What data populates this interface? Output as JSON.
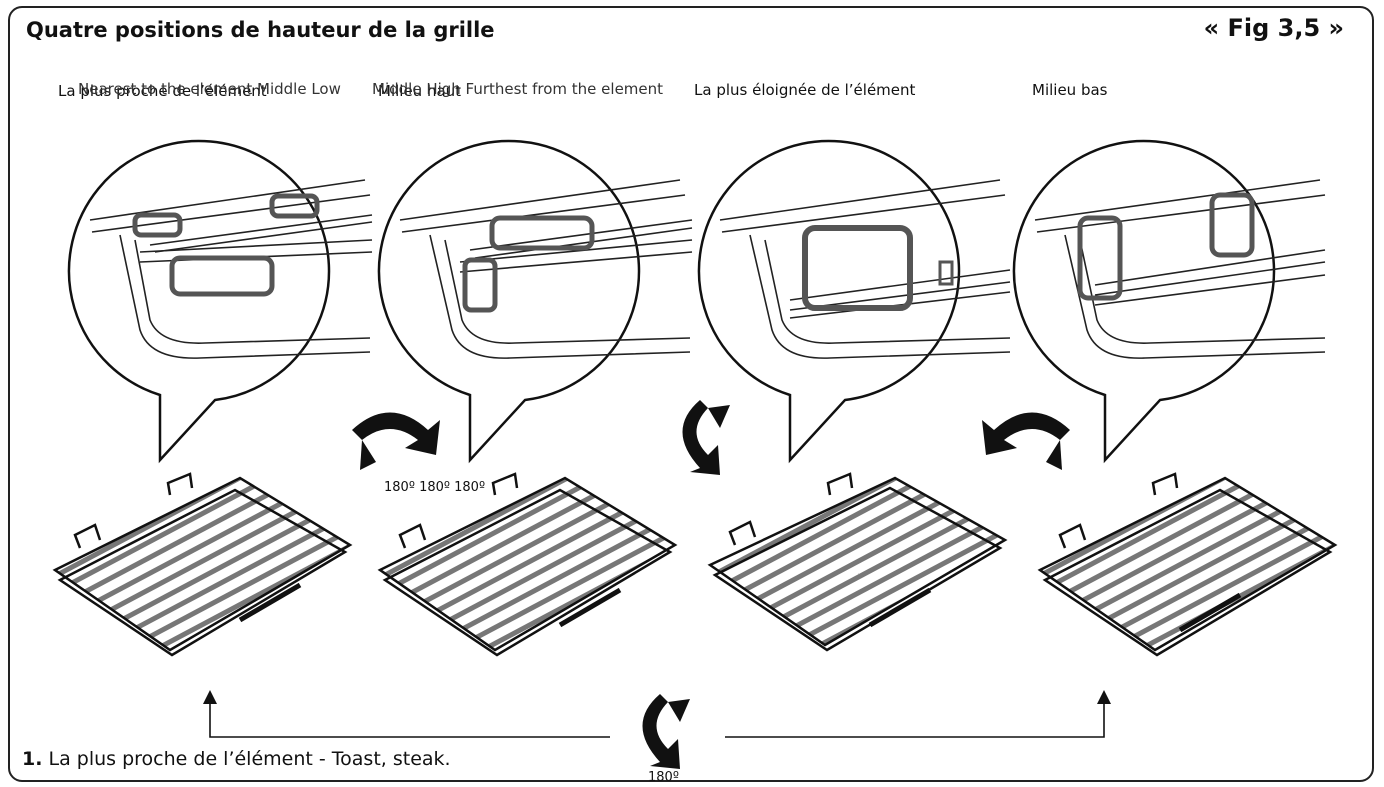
{
  "header": {
    "title": "Quatre positions de hauteur de la grille",
    "figure_ref": "« Fig 3,5 »"
  },
  "labels": {
    "overlap_primary": "La plus proche de l’élément",
    "overlap_secondary_1": "Nearest to the element Middle Low",
    "overlap_secondary_2": "Middle High Furthest from the element",
    "overlap_fr_2": "Milieu haut",
    "position_3": "La plus éloignée de l’élément",
    "position_4": "Milieu bas"
  },
  "rotations": {
    "group": "180º 180º 180º",
    "bottom": "180º"
  },
  "instructions": {
    "step_number": "1.",
    "step_text": "La plus proche de l’élément - Toast, steak."
  },
  "icons": [
    "rotate-cw-icon",
    "flip-vertical-icon",
    "rotate-ccw-icon",
    "arrow-up-icon"
  ]
}
